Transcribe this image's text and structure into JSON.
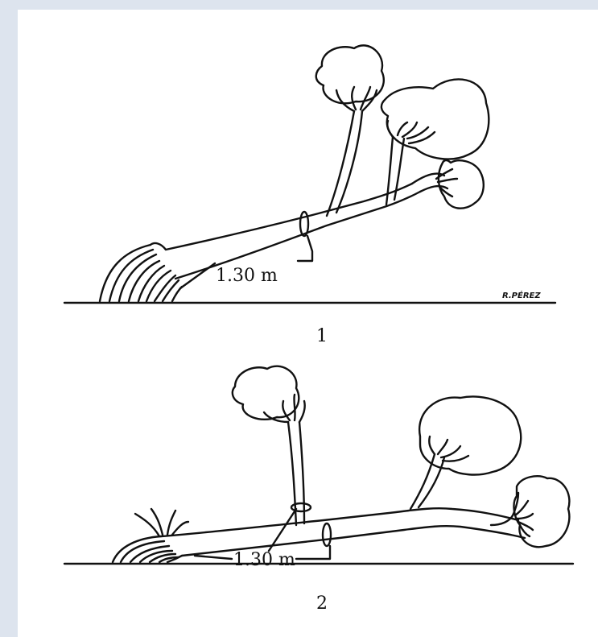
{
  "figure": {
    "panel1": {
      "number": "1",
      "measure": "1.30 m"
    },
    "panel2": {
      "number": "2",
      "measure": "1.30 m"
    },
    "signature": "R.PÉREZ"
  }
}
